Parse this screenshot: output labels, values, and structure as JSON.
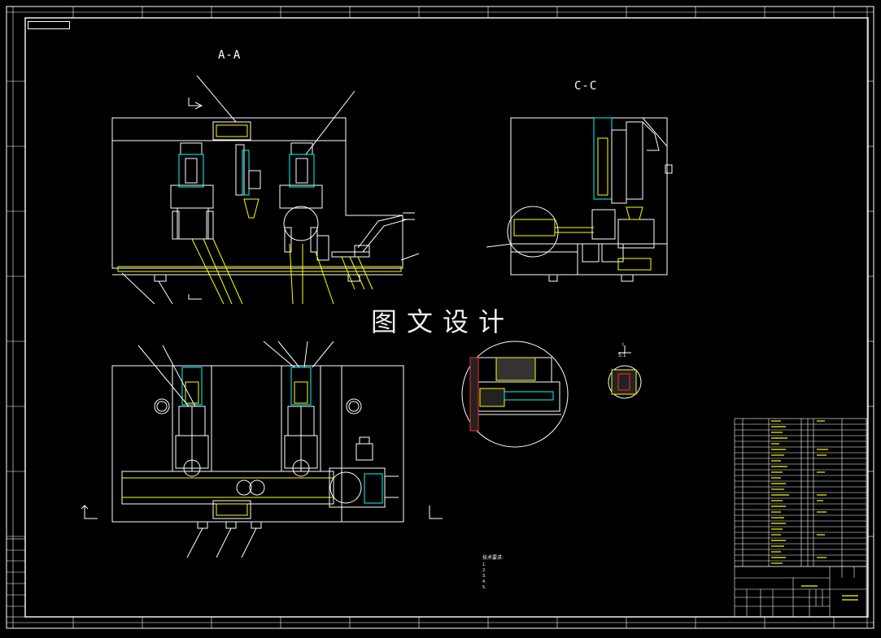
{
  "sheet": {
    "stamp_text": "",
    "border_color": "#ffffff",
    "background": "#000000",
    "line_color_default": "#ffffff",
    "line_color_accent": "#ffff00",
    "line_color_hidden": "#00ffff",
    "line_color_red": "#ff2a2a"
  },
  "views": {
    "section_aa": "A-A",
    "section_cc": "C-C",
    "detail_i": "I",
    "detail_ratio": "5:1"
  },
  "watermark": "图文设计",
  "notes": {
    "heading": "技术要求:",
    "lines": [
      "1.",
      "2.",
      "3.",
      "4.",
      "5."
    ]
  }
}
